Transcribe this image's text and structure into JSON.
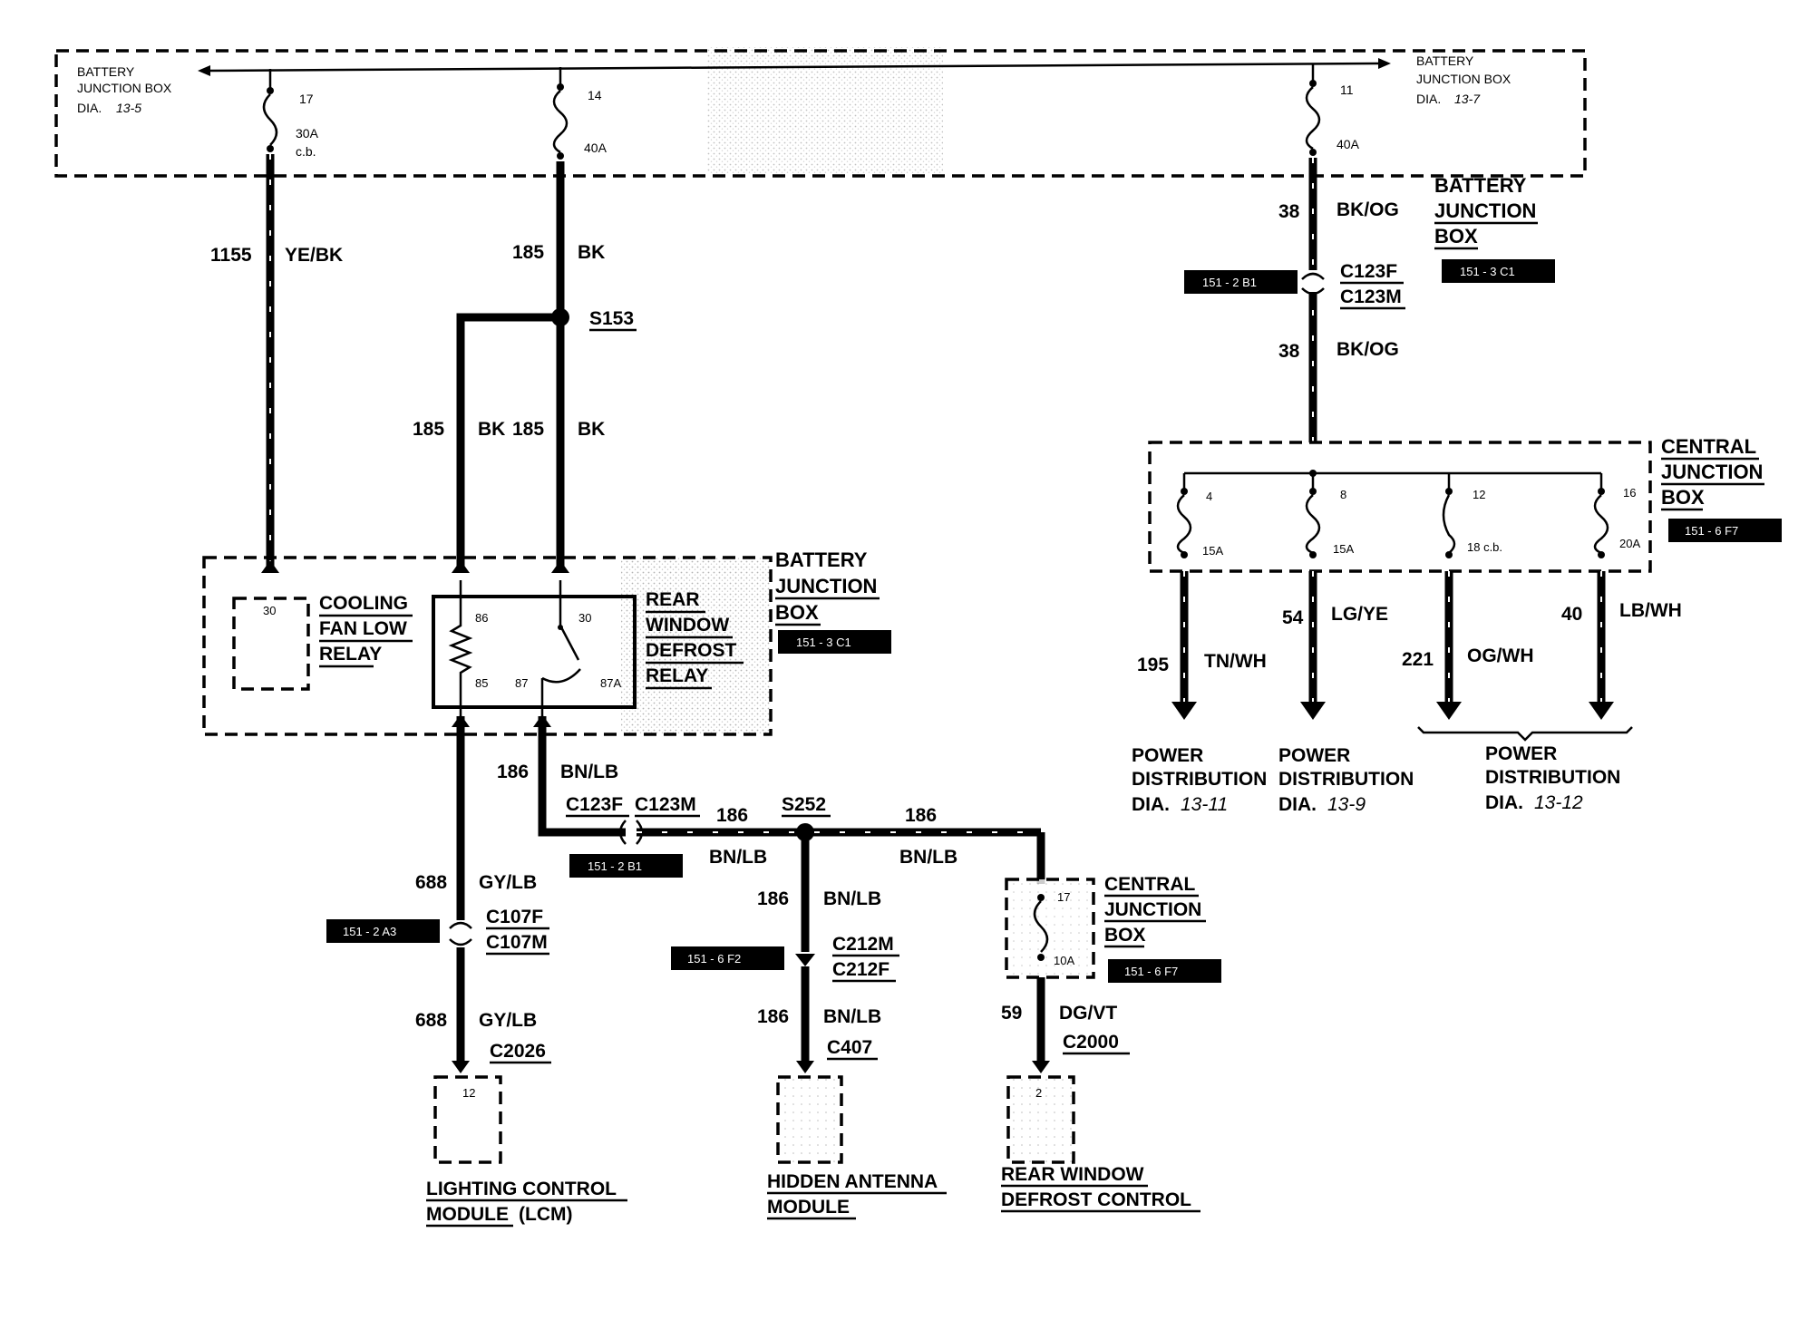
{
  "boxes": {
    "bjb_left": {
      "title_line1": "BATTERY",
      "title_line2": "JUNCTION BOX",
      "dia_prefix": "DIA.",
      "dia": "13-5"
    },
    "bjb_right": {
      "title_line1": "BATTERY",
      "title_line2": "JUNCTION BOX",
      "dia_prefix": "DIA.",
      "dia": "13-7"
    },
    "bjb_top_label": {
      "line1": "BATTERY",
      "line2": "JUNCTION",
      "line3": "BOX",
      "ref": "151 - 3 C1"
    },
    "bjb_mid_label": {
      "line1": "BATTERY",
      "line2": "JUNCTION",
      "line3": "BOX",
      "ref": "151 - 3 C1"
    },
    "cjb_right": {
      "line1": "CENTRAL",
      "line2": "JUNCTION",
      "line3": "BOX",
      "ref": "151 - 6 F7"
    },
    "cjb_bottom": {
      "line1": "CENTRAL",
      "line2": "JUNCTION",
      "line3": "BOX",
      "ref": "151 - 6 F7"
    }
  },
  "fuses": {
    "f17": {
      "num": "17",
      "rating": "30A",
      "type": "c.b."
    },
    "f14": {
      "num": "14",
      "rating": "40A"
    },
    "f11": {
      "num": "11",
      "rating": "40A"
    },
    "f4": {
      "num": "4",
      "rating": "15A"
    },
    "f8": {
      "num": "8",
      "rating": "15A"
    },
    "f12": {
      "num": "12",
      "rating": "18 c.b."
    },
    "f16": {
      "num": "16",
      "rating": "20A"
    },
    "f17b": {
      "num": "17",
      "rating": "10A"
    }
  },
  "wires": {
    "w1155": {
      "circuit": "1155",
      "color": "YE/BK"
    },
    "w185a": {
      "circuit": "185",
      "color": "BK"
    },
    "w185b": {
      "circuit": "185",
      "color": "BK"
    },
    "w185c": {
      "circuit": "185",
      "color": "BK"
    },
    "w38a": {
      "circuit": "38",
      "color": "BK/OG"
    },
    "w38b": {
      "circuit": "38",
      "color": "BK/OG"
    },
    "w195": {
      "circuit": "195",
      "color": "TN/WH"
    },
    "w54": {
      "circuit": "54",
      "color": "LG/YE"
    },
    "w221": {
      "circuit": "221",
      "color": "OG/WH"
    },
    "w40": {
      "circuit": "40",
      "color": "LB/WH"
    },
    "w186a": {
      "circuit": "186",
      "color": "BN/LB"
    },
    "w186b": {
      "circuit": "186",
      "color": "BN/LB"
    },
    "w186c": {
      "circuit": "186",
      "color": "BN/LB"
    },
    "w186d": {
      "circuit": "186",
      "color": "BN/LB"
    },
    "w186e": {
      "circuit": "186",
      "color": "BN/LB"
    },
    "w688a": {
      "circuit": "688",
      "color": "GY/LB"
    },
    "w688b": {
      "circuit": "688",
      "color": "GY/LB"
    },
    "w59": {
      "circuit": "59",
      "color": "DG/VT"
    }
  },
  "splices": {
    "s153": "S153",
    "s252": "S252"
  },
  "connectors": {
    "c123_top": {
      "f": "C123F",
      "m": "C123M",
      "ref": "151 - 2 B1"
    },
    "c123_bottom": {
      "f": "C123F",
      "m": "C123M",
      "ref": "151 - 2 B1"
    },
    "c107": {
      "f": "C107F",
      "m": "C107M",
      "ref": "151 - 2 A3"
    },
    "c212": {
      "m": "C212M",
      "f": "C212F",
      "ref": "151 - 6 F2"
    },
    "c2026": "C2026",
    "c407": "C407",
    "c2000": "C2000"
  },
  "relays": {
    "cooling": {
      "line1": "COOLING",
      "line2": "FAN LOW",
      "line3": "RELAY",
      "pin": "30"
    },
    "defrost": {
      "line1": "REAR",
      "line2": "WINDOW",
      "line3": "DEFROST",
      "line4": "RELAY",
      "pin86": "86",
      "pin85": "85",
      "pin30": "30",
      "pin87": "87",
      "pin87a": "87A"
    }
  },
  "destinations": {
    "pd1": {
      "line1": "POWER",
      "line2": "DISTRIBUTION",
      "dia_prefix": "DIA.",
      "dia": "13-11"
    },
    "pd2": {
      "line1": "POWER",
      "line2": "DISTRIBUTION",
      "dia_prefix": "DIA.",
      "dia": "13-9"
    },
    "pd3": {
      "line1": "POWER",
      "line2": "DISTRIBUTION",
      "dia_prefix": "DIA.",
      "dia": "13-12"
    }
  },
  "modules": {
    "lcm": {
      "line1": "LIGHTING CONTROL",
      "line2": "MODULE",
      "line2b": "(LCM)",
      "pin": "12"
    },
    "antenna": {
      "line1": "HIDDEN ANTENNA",
      "line2": "MODULE"
    },
    "defrost_ctrl": {
      "line1": "REAR WINDOW",
      "line2": "DEFROST CONTROL",
      "pin": "2"
    }
  }
}
